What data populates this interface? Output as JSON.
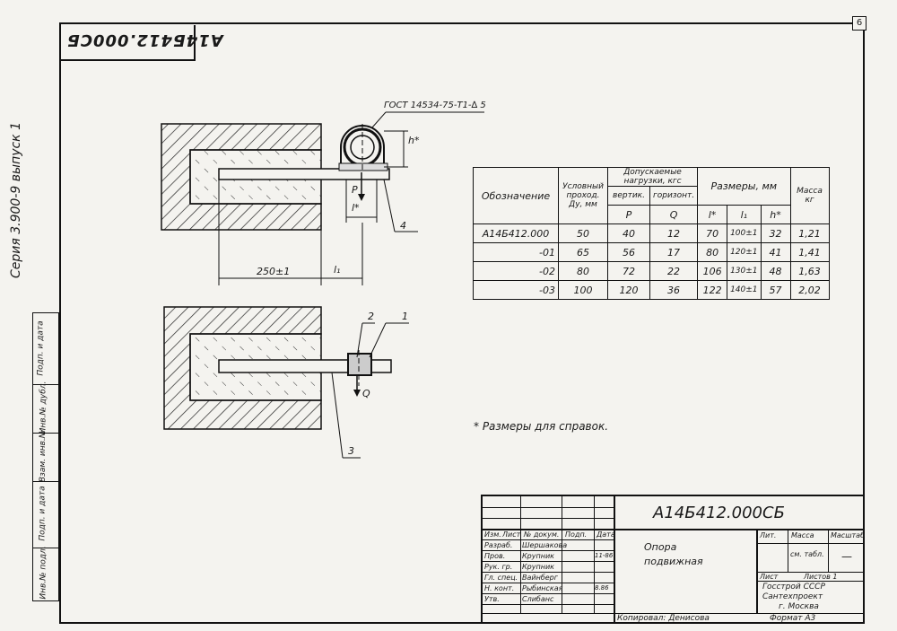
{
  "sheet_number": "6",
  "drawing_code_rotated": "А14Б412.000СБ",
  "series_text": "Серия 3.900-9  выпуск 1",
  "side_stamp": [
    "Инв.№ подл.",
    "Подп. и дата",
    "Взам. инв.№",
    "Инв.№ дубл.",
    "Подп. и дата"
  ],
  "drawing": {
    "gost_label": "ГОСТ 14534-75-Т1-∆ 5",
    "dim_250": "250±1",
    "dim_l1": "l₁",
    "dim_lstar": "l*",
    "dim_hstar": "h*",
    "load_p": "P",
    "load_q": "Q",
    "pos_1": "1",
    "pos_2": "2",
    "pos_3": "3",
    "pos_4": "4"
  },
  "table": {
    "headers": {
      "designation": "Обозначение",
      "nominal": "Условный проход. Ду, мм",
      "loads": "Допускаемые нагрузки, кгс",
      "vert": "вертик.",
      "horiz": "горизонт.",
      "p": "P",
      "q": "Q",
      "sizes": "Размеры, мм",
      "l": "l*",
      "l1": "l₁",
      "h": "h*",
      "mass": "Масса кг"
    },
    "rows": [
      {
        "designation": "А14Б412.000",
        "du": "50",
        "p": "40",
        "q": "12",
        "l": "70",
        "l1": "100±1",
        "h": "32",
        "mass": "1,21"
      },
      {
        "designation": "-01",
        "du": "65",
        "p": "56",
        "q": "17",
        "l": "80",
        "l1": "120±1",
        "h": "41",
        "mass": "1,41"
      },
      {
        "designation": "-02",
        "du": "80",
        "p": "72",
        "q": "22",
        "l": "106",
        "l1": "130±1",
        "h": "48",
        "mass": "1,63"
      },
      {
        "designation": "-03",
        "du": "100",
        "p": "120",
        "q": "36",
        "l": "122",
        "l1": "140±1",
        "h": "57",
        "mass": "2,02"
      }
    ]
  },
  "note": "* Размеры для справок.",
  "title_block": {
    "code": "А14Б412.000СБ",
    "name_line1": "Опора",
    "name_line2": "подвижная",
    "lit": "Лит.",
    "mass": "Масса",
    "scale": "Масштаб",
    "mass_value": "см. табл.",
    "scale_value": "—",
    "sheet": "Лист",
    "sheets": "Листов 1",
    "org1": "Госстрой СССР",
    "org2": "Сантехпроект",
    "org3": "г. Москва",
    "format": "Формат А3",
    "copied": "Копировал: Денисова",
    "head_cols": [
      "Изм.",
      "Лист",
      "№ докум.",
      "Подп.",
      "Дата"
    ],
    "roles": [
      {
        "role": "Разраб.",
        "name": "Шершакова"
      },
      {
        "role": "Пров.",
        "name": "Крупник"
      },
      {
        "role": "Рук. гр.",
        "name": "Крупник"
      },
      {
        "role": "Гл. спец.",
        "name": "Вайнберг"
      },
      {
        "role": "Н. конт.",
        "name": "Рыбинская"
      },
      {
        "role": "Утв.",
        "name": "Слибанс"
      }
    ],
    "date1": "11-86",
    "date2": "8.86"
  }
}
